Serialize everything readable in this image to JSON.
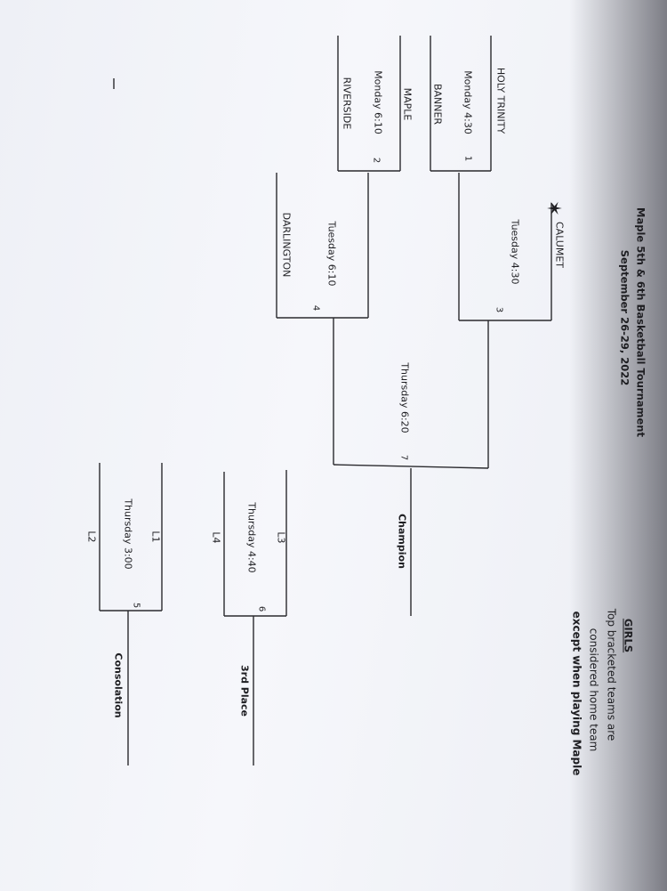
{
  "header": {
    "title": "Maple 5th & 6th Basketball Tournament",
    "dates": "September 26-29, 2022"
  },
  "notes": {
    "heading": "GIRLS",
    "line1": "Top bracketed teams are",
    "line2": "considered home team",
    "line3": "except when playing Maple"
  },
  "teams": {
    "holy_trinity": "HOLY TRINITY",
    "banner": "BANNER",
    "maple": "MAPLE",
    "riverside": "RIVERSIDE",
    "calumet": "CALUMET",
    "darlington": "DARLINGTON"
  },
  "games": {
    "g1": {
      "number": "1",
      "time": "Monday 4:30"
    },
    "g2": {
      "number": "2",
      "time": "Monday 6:10"
    },
    "g3": {
      "number": "3",
      "time": "Tuesday 4:30"
    },
    "g4": {
      "number": "4",
      "time": "Tuesday 6:10"
    },
    "g5": {
      "number": "5",
      "time": "Thursday 3:00"
    },
    "g6": {
      "number": "6",
      "time": "Thursday 4:40"
    },
    "g7": {
      "number": "7",
      "time": "Thursday 6:20"
    }
  },
  "placeholders": {
    "l1": "L1",
    "l2": "L2",
    "l3": "L3",
    "l4": "L4"
  },
  "results": {
    "champion": "Champion",
    "third": "3rd Place",
    "consolation": "Consolation"
  },
  "icons": {
    "star": "asterisk-star-icon"
  }
}
